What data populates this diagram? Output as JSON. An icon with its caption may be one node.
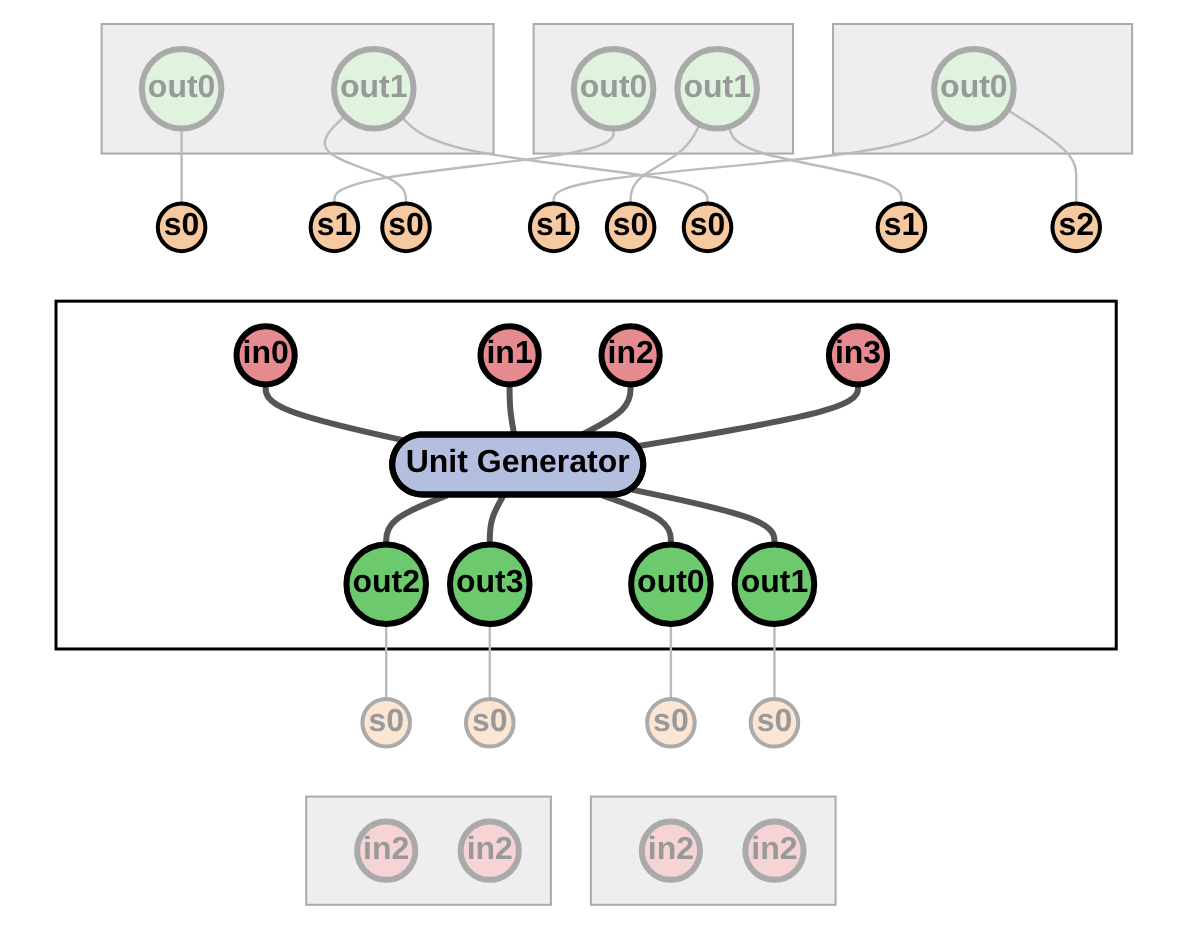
{
  "diagram": {
    "nodes": [
      {
        "text": [],
        "shape": "box"
      },
      {
        "text": [
          "out0"
        ],
        "in": 0
      },
      {
        "text": [
          "out1"
        ],
        "in": 0
      },
      {
        "text": [],
        "shape": "box"
      },
      {
        "text": [
          "out0"
        ],
        "in": 3
      },
      {
        "text": [
          "out1"
        ],
        "in": 3
      },
      {
        "text": [],
        "shape": "box"
      },
      {
        "text": [
          "out0"
        ],
        "in": 6
      },
      {
        "text": [
          "s0"
        ]
      },
      {
        "text": [
          "s1"
        ]
      },
      {
        "text": [
          "s0"
        ]
      },
      {
        "text": [
          "s1"
        ]
      },
      {
        "text": [
          "s0"
        ]
      },
      {
        "text": [
          "s0"
        ]
      },
      {
        "text": [
          "s1"
        ]
      },
      {
        "text": [
          "s2"
        ]
      },
      {
        "text": [],
        "shape": "box"
      },
      {
        "text": [
          "in0"
        ],
        "in": 16
      },
      {
        "text": [
          "in1"
        ],
        "in": 16
      },
      {
        "text": [
          "in2"
        ],
        "in": 16
      },
      {
        "text": [
          "in3"
        ],
        "in": 16
      },
      {
        "text": [
          "Unit Generator"
        ],
        "in": 16
      },
      {
        "text": [
          "out0"
        ],
        "in": 16
      },
      {
        "text": [
          "out1"
        ],
        "in": 16
      },
      {
        "text": [
          "out2"
        ],
        "in": 16
      },
      {
        "text": [
          "out3"
        ],
        "in": 16
      },
      {
        "text": [
          "s0"
        ]
      },
      {
        "text": [
          "s0"
        ]
      },
      {
        "text": [
          "s0"
        ]
      },
      {
        "text": [
          "s0"
        ]
      },
      {
        "text": [],
        "shape": "box"
      },
      {
        "text": [
          "in2"
        ],
        "in": 30
      },
      {
        "text": [
          "in2"
        ],
        "in": 30
      },
      {
        "text": [],
        "shape": "box"
      },
      {
        "text": [
          "in2"
        ],
        "in": 33
      },
      {
        "text": [
          "in2"
        ],
        "in": 33
      }
    ],
    "edges": [
      {
        "from": 1,
        "to": 8,
        "arrow": "none"
      },
      {
        "from": 2,
        "to": 10,
        "arrow": "none"
      },
      {
        "from": 2,
        "to": 13,
        "arrow": "none"
      },
      {
        "from": 4,
        "to": 9,
        "arrow": "none"
      },
      {
        "from": 5,
        "to": 12,
        "arrow": "none"
      },
      {
        "from": 5,
        "to": 14,
        "arrow": "none"
      },
      {
        "from": 7,
        "to": 11,
        "arrow": "none"
      },
      {
        "from": 7,
        "to": 15,
        "arrow": "none"
      },
      {
        "from": 17,
        "to": 21,
        "arrow": "none",
        "style": "thick",
        "color": "#555555"
      },
      {
        "from": 18,
        "to": 21,
        "arrow": "none",
        "style": "thick",
        "color": "#555555"
      },
      {
        "from": 19,
        "to": 21,
        "arrow": "none",
        "style": "thick",
        "color": "#555555"
      },
      {
        "from": 20,
        "to": 21,
        "arrow": "none",
        "style": "thick",
        "color": "#555555"
      },
      {
        "from": 21,
        "to": 22,
        "arrow": "none",
        "style": "thick",
        "color": "#555555"
      },
      {
        "from": 21,
        "to": 23,
        "arrow": "none",
        "style": "thick",
        "color": "#555555"
      },
      {
        "from": 21,
        "to": 24,
        "arrow": "none",
        "style": "thick",
        "color": "#555555"
      },
      {
        "from": 21,
        "to": 25,
        "arrow": "none",
        "style": "thick",
        "color": "#555555"
      },
      {
        "from": 22,
        "to": 26,
        "arrow": "none"
      },
      {
        "from": 23,
        "to": 27,
        "arrow": "none"
      },
      {
        "from": 24,
        "to": 28,
        "arrow": "none"
      },
      {
        "from": 25,
        "to": 29,
        "arrow": "none"
      }
    ]
  }
}
